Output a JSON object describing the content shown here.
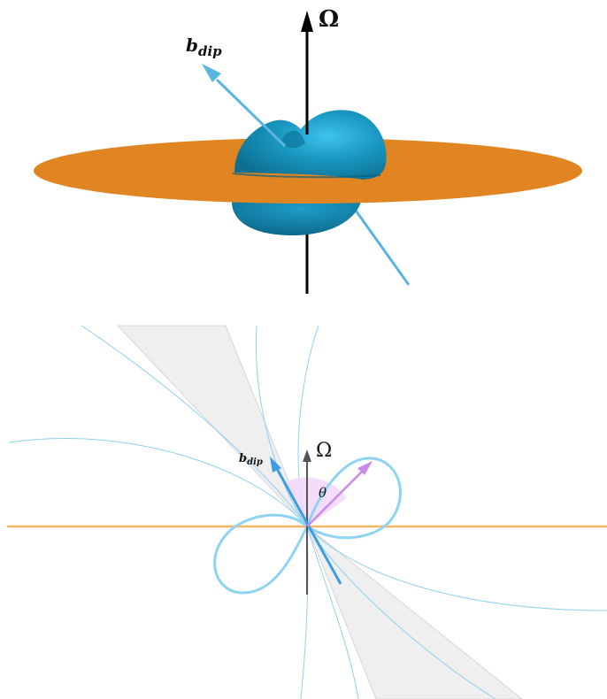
{
  "top": {
    "omega_label": "Ω",
    "bdip_main": "b",
    "bdip_sub": "dip"
  },
  "bottom": {
    "omega_label": "Ω",
    "bdip_main": "b",
    "bdip_sub": "dip",
    "theta_label": "θ"
  },
  "colors": {
    "disk": "#e08521",
    "lobe_surface": "#1a8eb5",
    "dipole_axis": "#5ab4e0",
    "spin_axis": "#000000",
    "field_lines": "#8fd0f0",
    "pattern_lobe": "#8fd3f2",
    "cone_fill": "#efefef",
    "beam_arrow": "#c98bea",
    "angle_fill": "#f3d8fb"
  }
}
